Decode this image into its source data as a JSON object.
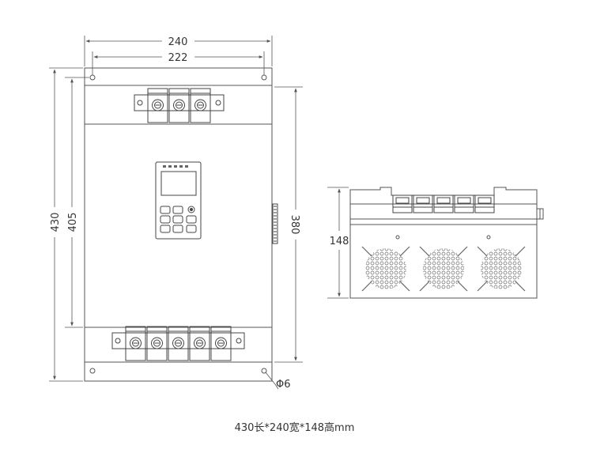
{
  "front_view": {
    "width_outer": "240",
    "width_holes": "222",
    "height_outer": "430",
    "height_holes": "405",
    "height_body": "380",
    "hole_diameter": "Φ6",
    "top_terminal_count": 3,
    "bottom_terminal_count": 5
  },
  "side_view": {
    "height": "148",
    "top_terminal_count": 5,
    "fan_count": 3
  },
  "caption": "430长*240宽*148高mm",
  "colors": {
    "line": "#555555",
    "text": "#333333",
    "background": "#ffffff"
  }
}
